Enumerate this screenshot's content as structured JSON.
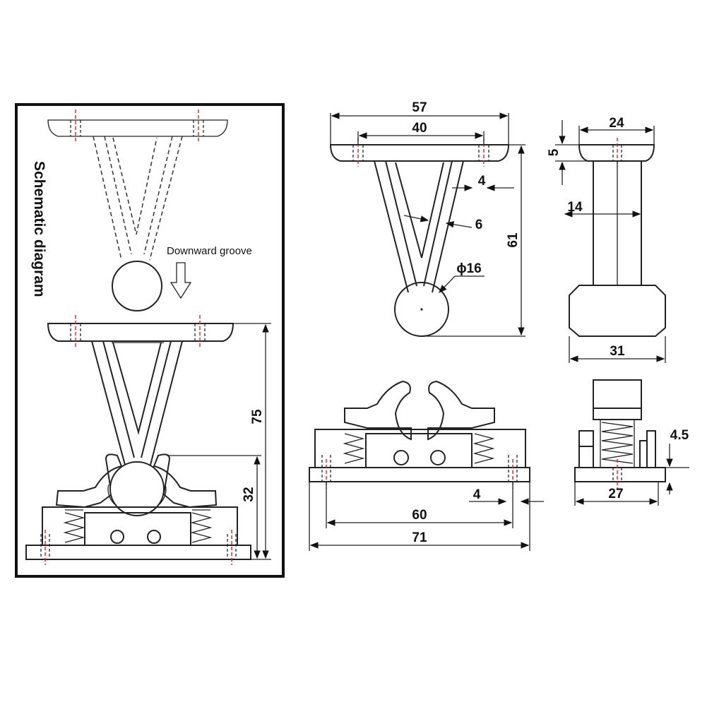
{
  "schematic": {
    "title": "Schematic diagram",
    "arrow_label": "Downward groove",
    "dim_75": "75",
    "dim_32": "32"
  },
  "front_view": {
    "dim_57": "57",
    "dim_40": "40",
    "dim_4": "4",
    "dim_6": "6",
    "dim_61": "61",
    "dim_phi16": "ϕ16"
  },
  "side_view": {
    "dim_24": "24",
    "dim_5": "5",
    "dim_14": "14",
    "dim_31": "31"
  },
  "base_front": {
    "dim_4": "4",
    "dim_60": "60",
    "dim_71": "71"
  },
  "base_side": {
    "dim_4_5": "4.5",
    "dim_27": "27"
  }
}
